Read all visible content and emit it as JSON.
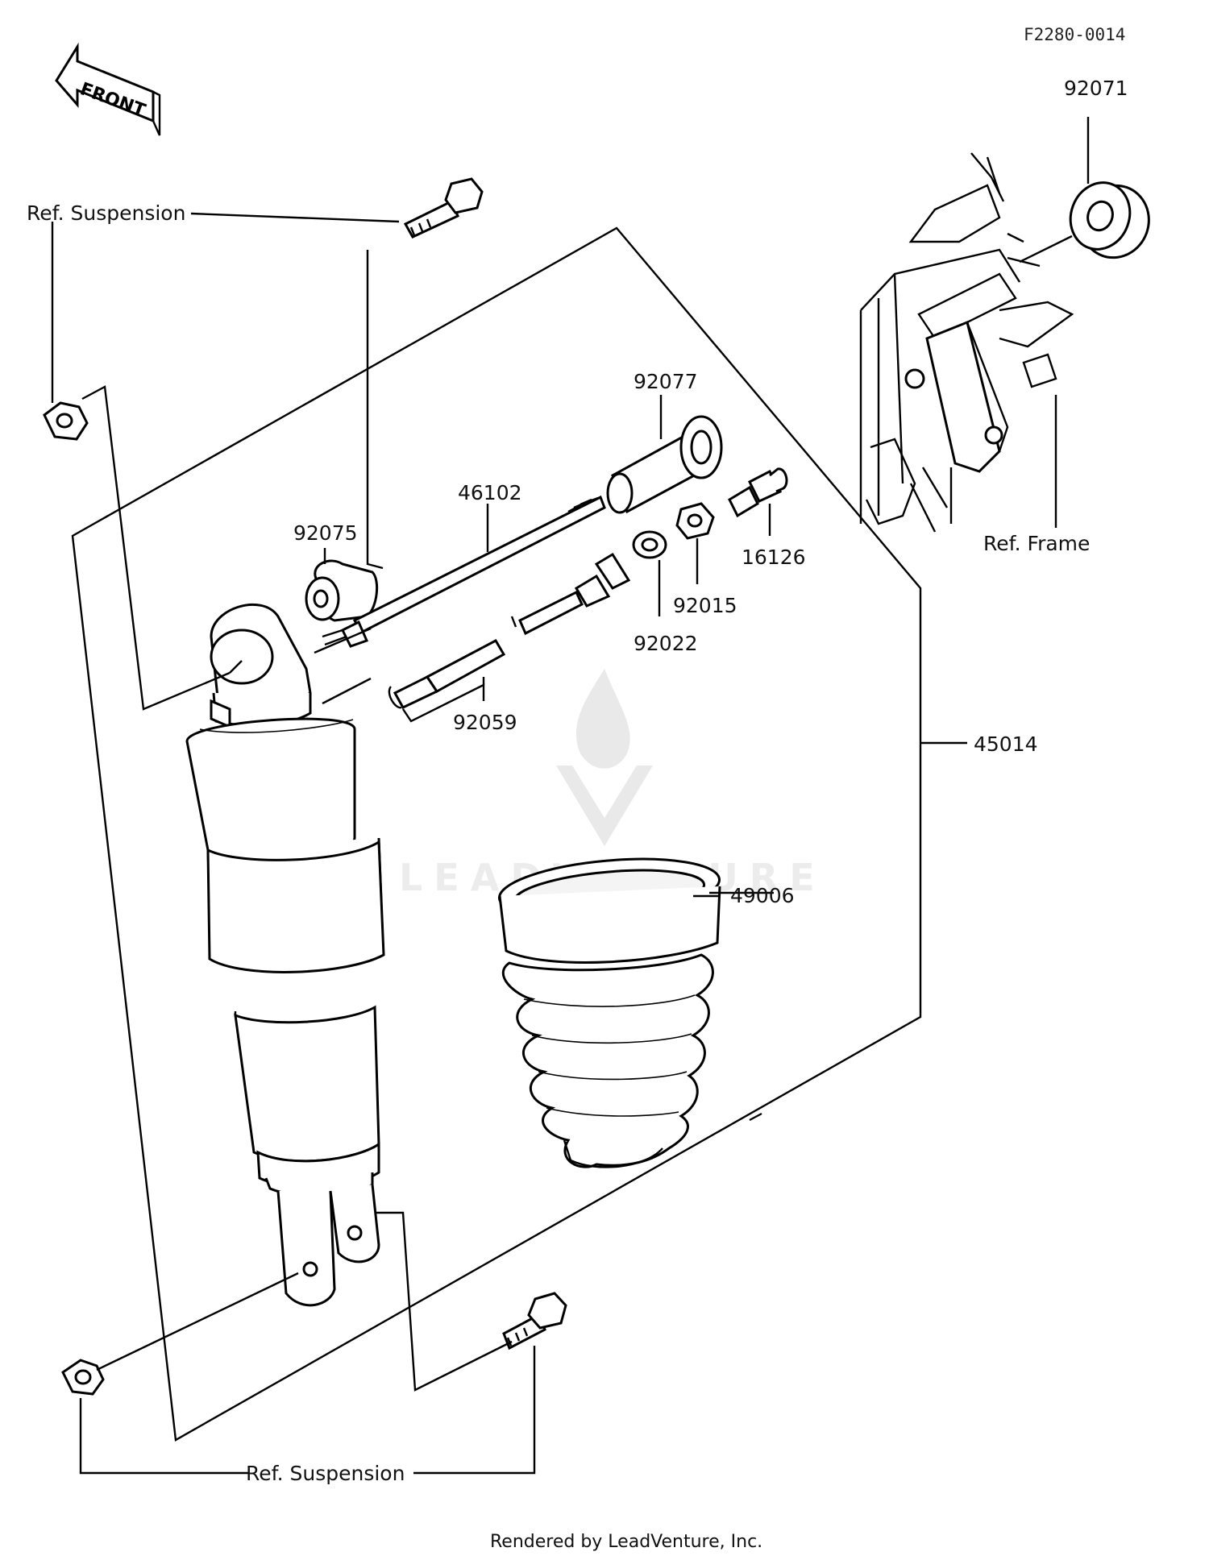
{
  "figure_code": "F2280-0014",
  "front_arrow": "FRONT",
  "labels": {
    "ref_suspension_top": "Ref. Suspension",
    "ref_suspension_bottom": "Ref. Suspension",
    "ref_frame": "Ref. Frame",
    "p92071": "92071",
    "p92077": "92077",
    "p46102": "46102",
    "p92075": "92075",
    "p16126": "16126",
    "p92015": "92015",
    "p92022": "92022",
    "p92059": "92059",
    "p45014": "45014",
    "p49006": "49006"
  },
  "footer": "Rendered by LeadVenture, Inc.",
  "watermark": "LEADVENTURE"
}
